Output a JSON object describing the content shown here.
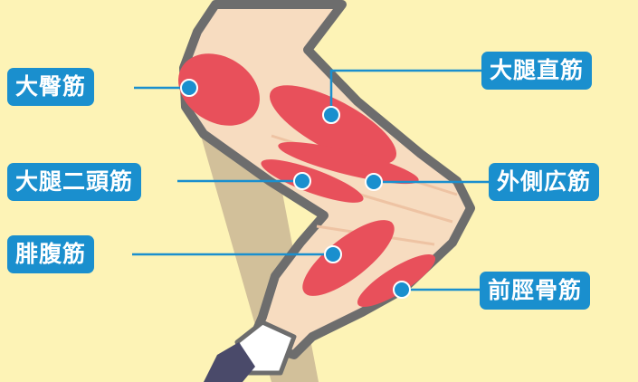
{
  "labels": {
    "gluteus": "大臀筋",
    "rectus_femoris": "大腿直筋",
    "biceps_femoris": "大腿二頭筋",
    "vastus_lateralis": "外側広筋",
    "gastrocnemius": "腓腹筋",
    "tibialis_anterior": "前脛骨筋"
  },
  "colors": {
    "background": "#fdf3b6",
    "skin": "#f7dcc0",
    "muscle": "#e8505b",
    "marker": "#1a8fce",
    "outline": "#6d6d6d",
    "back_leg": "#d2c09a"
  }
}
